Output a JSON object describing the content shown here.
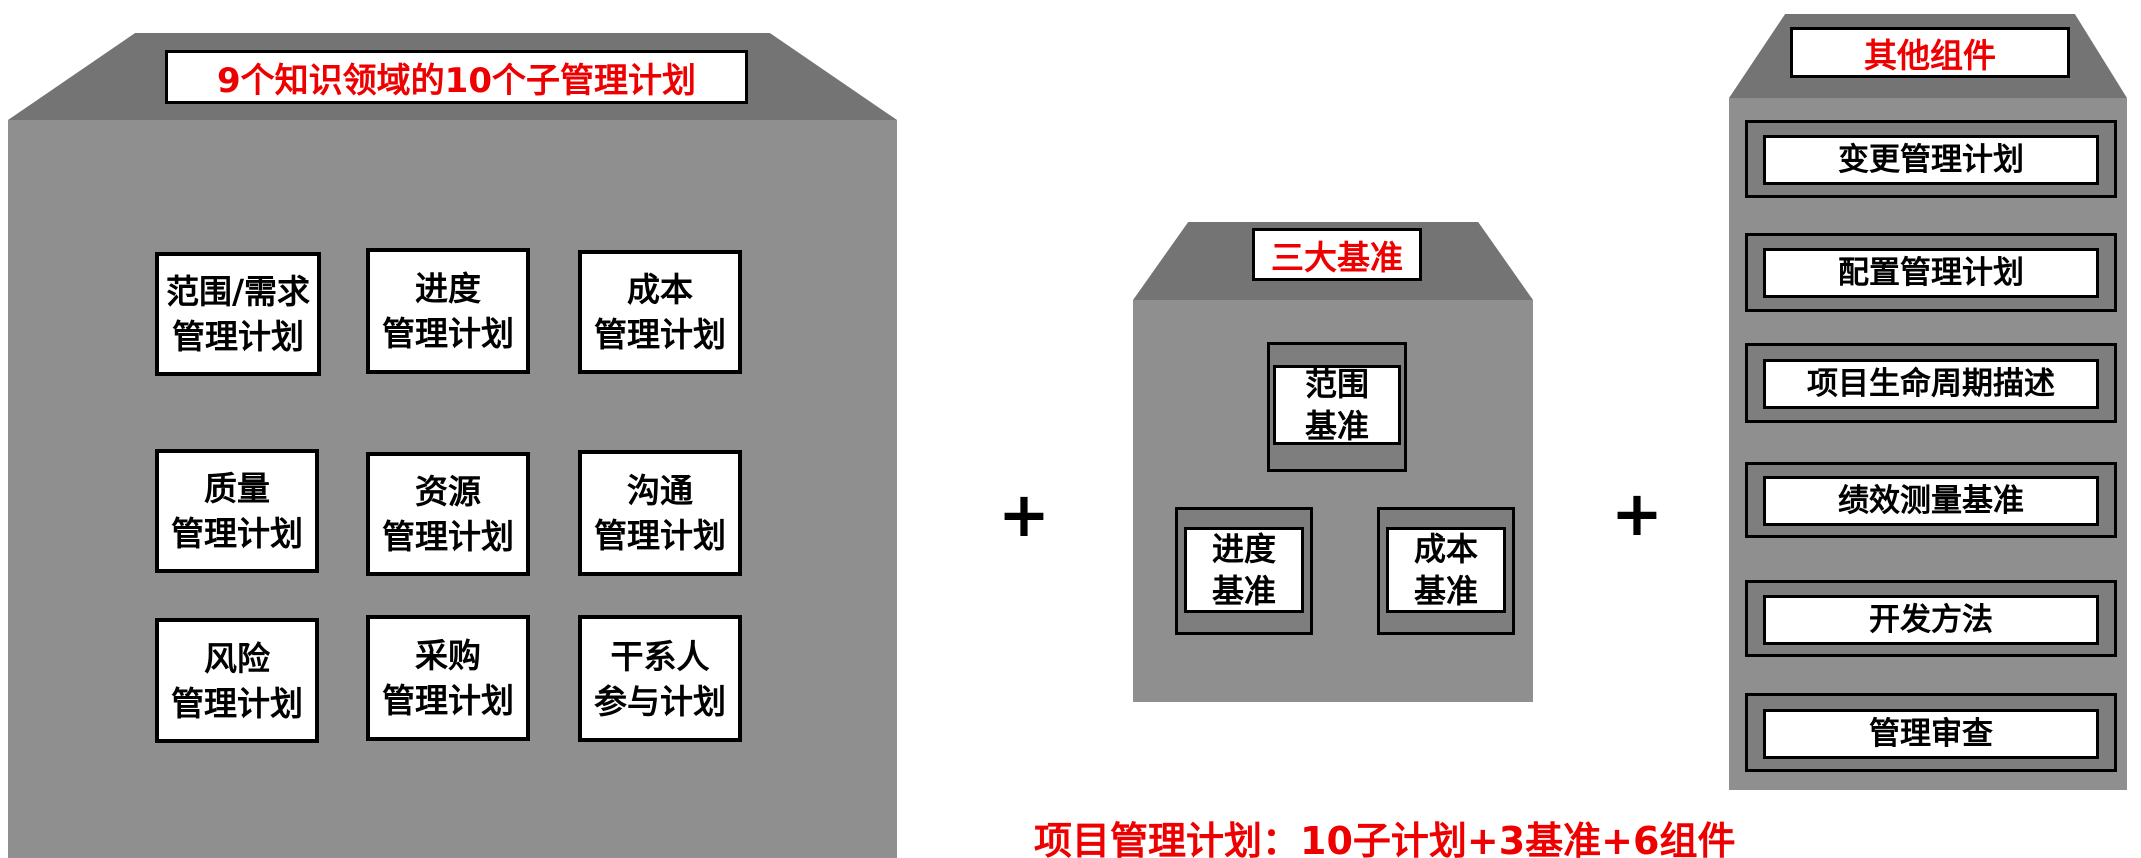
{
  "left_building": {
    "title": "9个知识领域的10个子管理计划",
    "boxes": [
      {
        "line1": "范围/需求",
        "line2": "管理计划"
      },
      {
        "line1": "进度",
        "line2": "管理计划"
      },
      {
        "line1": "成本",
        "line2": "管理计划"
      },
      {
        "line1": "质量",
        "line2": "管理计划"
      },
      {
        "line1": "资源",
        "line2": "管理计划"
      },
      {
        "line1": "沟通",
        "line2": "管理计划"
      },
      {
        "line1": "风险",
        "line2": "管理计划"
      },
      {
        "line1": "采购",
        "line2": "管理计划"
      },
      {
        "line1": "干系人",
        "line2": "参与计划"
      }
    ]
  },
  "middle_building": {
    "title": "三大基准",
    "boxes": [
      {
        "line1": "范围",
        "line2": "基准"
      },
      {
        "line1": "进度",
        "line2": "基准"
      },
      {
        "line1": "成本",
        "line2": "基准"
      }
    ]
  },
  "right_building": {
    "title": "其他组件",
    "items": [
      "变更管理计划",
      "配置管理计划",
      "项目生命周期描述",
      "绩效测量基准",
      "开发方法",
      "管理审查"
    ]
  },
  "operators": {
    "plus1": "+",
    "plus2": "+"
  },
  "footer": {
    "summary": "项目管理计划：10子计划+3基准+6组件"
  },
  "colors": {
    "building_body": "#8f8f8f",
    "building_roof": "#747474",
    "inner_frame": "#7e7e7e",
    "accent_red": "#ee0000",
    "box_fill": "#ffffff",
    "box_border": "#000000"
  }
}
